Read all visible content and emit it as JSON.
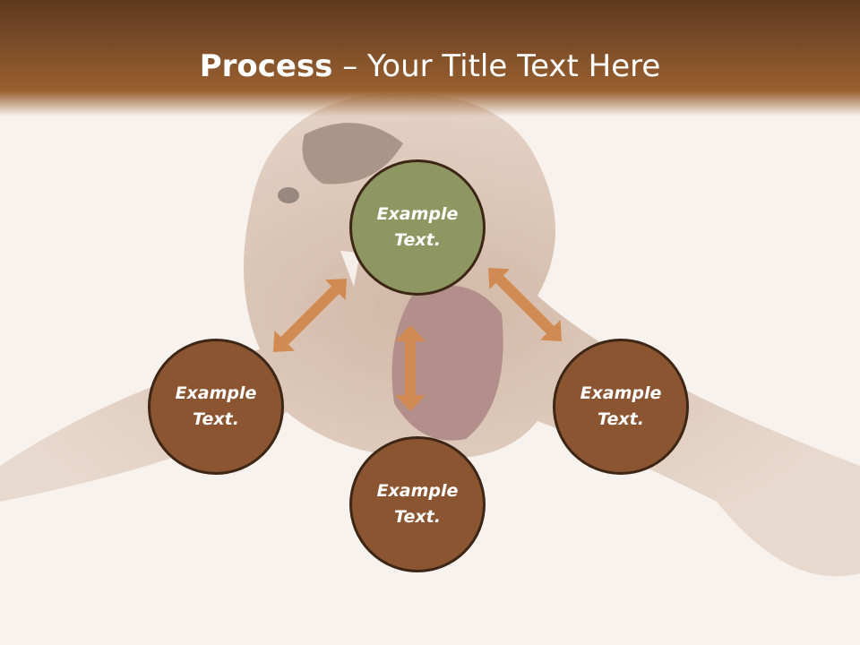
{
  "title": {
    "bold": "Process",
    "rest": " – Your Title Text Here"
  },
  "nodes": [
    {
      "label": "Example Text.",
      "color": "#8e9762"
    },
    {
      "label": "Example Text.",
      "color": "#8b5532"
    },
    {
      "label": "Example Text.",
      "color": "#8b5532"
    },
    {
      "label": "Example Text.",
      "color": "#8b5532"
    }
  ],
  "colors": {
    "arrow": "#d08a52",
    "border": "#3d2615",
    "band": "#7d4d28"
  },
  "background_image": "faded-dog-photo"
}
